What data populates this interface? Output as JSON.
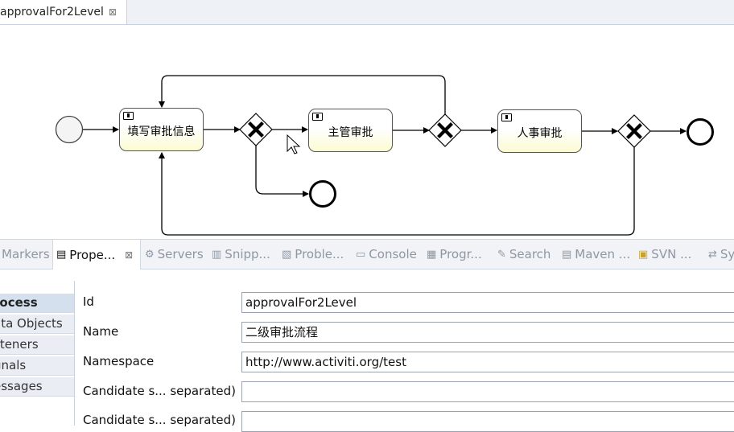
{
  "editor": {
    "tab_label": "approvalFor2Level",
    "tab_close": "⊠"
  },
  "diagram": {
    "tasks": [
      {
        "label": "填写审批信息"
      },
      {
        "label": "主管审批"
      },
      {
        "label": "人事审批"
      }
    ],
    "colors": {
      "task_fill": "#fbfbd2",
      "stroke": "#000000",
      "start_fill": "#f4f4f4"
    }
  },
  "views": {
    "tabs": [
      {
        "icon": "markers-icon",
        "label": "Markers"
      },
      {
        "icon": "properties-icon",
        "label": "Prope...",
        "close": "⊠"
      },
      {
        "icon": "servers-icon",
        "label": "Servers"
      },
      {
        "icon": "snippets-icon",
        "label": "Snipp..."
      },
      {
        "icon": "problems-icon",
        "label": "Proble..."
      },
      {
        "icon": "console-icon",
        "label": "Console"
      },
      {
        "icon": "progress-icon",
        "label": "Progr..."
      },
      {
        "icon": "search-icon",
        "label": "Search"
      },
      {
        "icon": "maven-icon",
        "label": "Maven ..."
      },
      {
        "icon": "svn-icon",
        "label": "SVN ..."
      },
      {
        "icon": "sync-icon",
        "label": "Sy"
      }
    ]
  },
  "properties": {
    "nav": [
      "rocess",
      "ata Objects",
      "steners",
      "gnals",
      "essages"
    ],
    "fields": [
      {
        "label": "Id",
        "value": "approvalFor2Level"
      },
      {
        "label": "Name",
        "value": "二级审批流程"
      },
      {
        "label": "Namespace",
        "value": "http://www.activiti.org/test"
      },
      {
        "label": "Candidate s... separated)",
        "value": ""
      },
      {
        "label": "Candidate s... separated)",
        "value": ""
      }
    ]
  }
}
